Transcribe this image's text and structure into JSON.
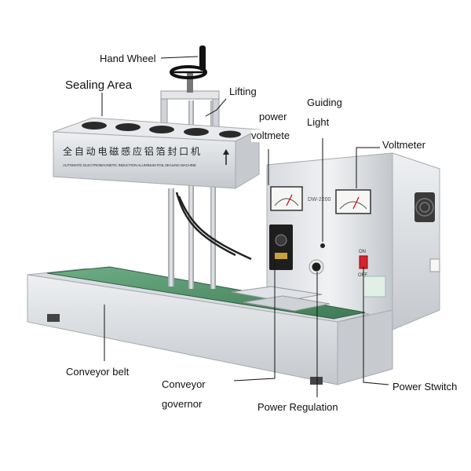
{
  "labels": {
    "hand_wheel": "Hand Wheel",
    "sealing_area": "Sealing Area",
    "lifting": "Lifting",
    "power_voltmeter_line1": "power",
    "power_voltmeter_line2": "voltmete",
    "guiding_light_line1": "Guiding",
    "guiding_light_line2": "Light",
    "voltmeter": "Voltmeter",
    "conveyor_belt": "Conveyor belt",
    "conveyor_governor_line1": "Conveyor",
    "conveyor_governor_line2": "governor",
    "power_regulation": "Power Regulation",
    "power_switch": "Power Stwitch"
  },
  "machine": {
    "head_title_cn": "全自动电磁感应铝箔封口机",
    "head_subtitle_en": "AUTOMATIC ELECTROMAGNETIC INDUCTION ALUMINUM FOIL SEALING MACHINE",
    "model": "DW-2200",
    "switch_on": "ON",
    "switch_off": "OFF"
  },
  "colors": {
    "steel_light": "#e6e8eb",
    "steel_mid": "#c9ccd1",
    "steel_dark": "#9aa0a7",
    "belt_green": "#4f8f68",
    "switch_red": "#d8232a",
    "knob_black": "#1c1c1c"
  }
}
